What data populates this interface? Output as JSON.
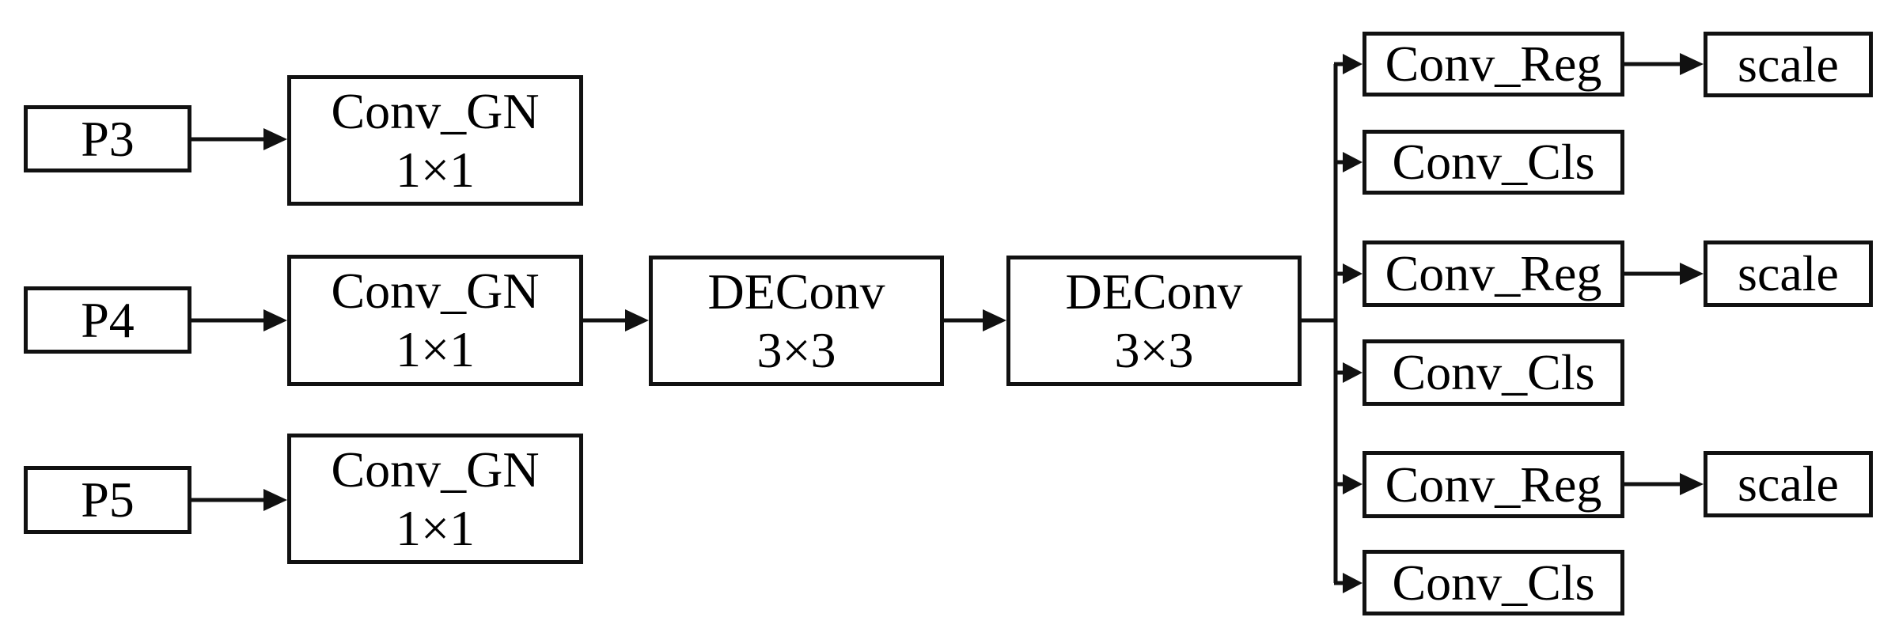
{
  "figure": {
    "type": "architecture-diagram",
    "inputs": [
      {
        "label": "P3"
      },
      {
        "label": "P4"
      },
      {
        "label": "P5"
      }
    ],
    "conv_gn_boxes": [
      {
        "name": "Conv_GN",
        "kernel": "1×1"
      },
      {
        "name": "Conv_GN",
        "kernel": "1×1"
      },
      {
        "name": "Conv_GN",
        "kernel": "1×1"
      }
    ],
    "deconv_boxes": [
      {
        "name": "DEConv",
        "kernel": "3×3"
      },
      {
        "name": "DEConv",
        "kernel": "3×3"
      }
    ],
    "head_boxes": [
      {
        "label": "Conv_Reg"
      },
      {
        "label": "Conv_Cls"
      },
      {
        "label": "Conv_Reg"
      },
      {
        "label": "Conv_Cls"
      },
      {
        "label": "Conv_Reg"
      },
      {
        "label": "Conv_Cls"
      }
    ],
    "scale_boxes": [
      {
        "label": "scale"
      },
      {
        "label": "scale"
      },
      {
        "label": "scale"
      }
    ],
    "colors": {
      "line": "#111111",
      "box_border": "#111111",
      "box_fill": "#ffffff",
      "text": "#000000",
      "background": "#ffffff"
    }
  }
}
